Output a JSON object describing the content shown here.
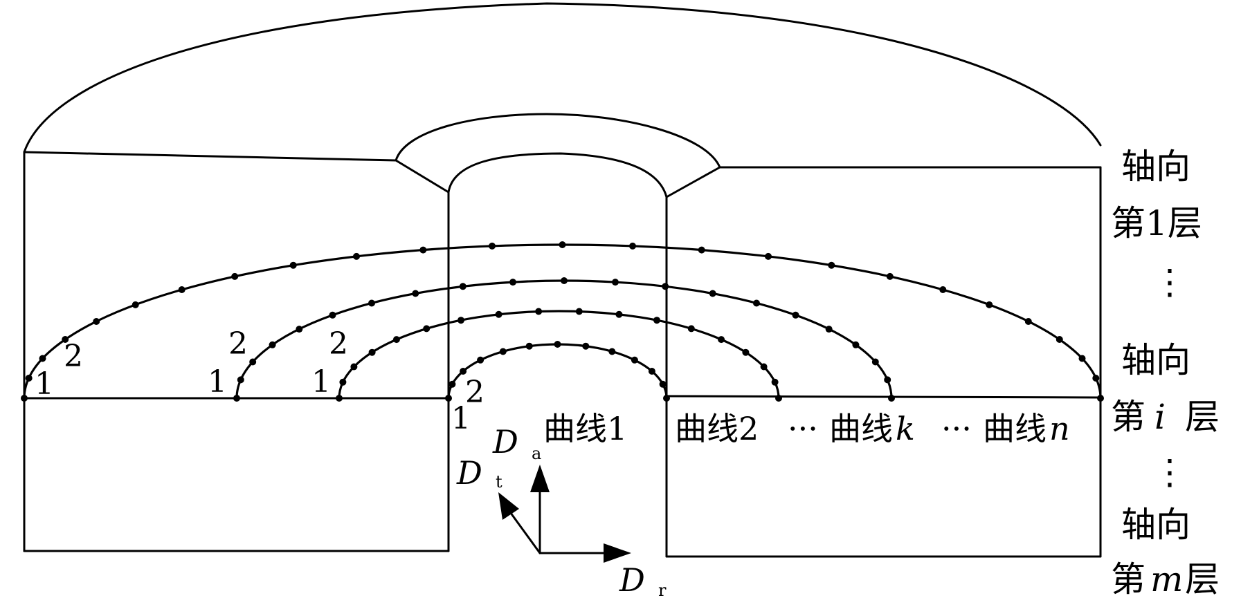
{
  "diagram": {
    "point_labels": [
      "1",
      "2"
    ],
    "curve_labels": [
      {
        "text": "曲线1",
        "italic": false
      },
      {
        "prefix": "曲线",
        "text": "2",
        "italic": false
      },
      {
        "sep": "···"
      },
      {
        "prefix": "曲线",
        "text": "k",
        "italic": true
      },
      {
        "sep": "···"
      },
      {
        "prefix": "曲线",
        "text": "n",
        "italic": true
      }
    ],
    "curve1": "曲线1",
    "curve2_prefix": "曲线2",
    "ellipsis": "···",
    "curve_k_prefix": "曲线",
    "curve_k_var": "k",
    "curve_n_prefix": "曲线",
    "curve_n_var": "n",
    "layers": {
      "axial": "轴向",
      "layer1": "第1层",
      "layer_i_pre": "第",
      "layer_i_var": "i",
      "layer_i_post": "层",
      "layer_m_pre": "第",
      "layer_m_var": "m",
      "layer_m_post": "层",
      "vdots": "⋮"
    },
    "axes": {
      "Da": "D",
      "Da_sub": "a",
      "Dt": "D",
      "Dt_sub": "t",
      "Dr": "D",
      "Dr_sub": "r"
    }
  }
}
